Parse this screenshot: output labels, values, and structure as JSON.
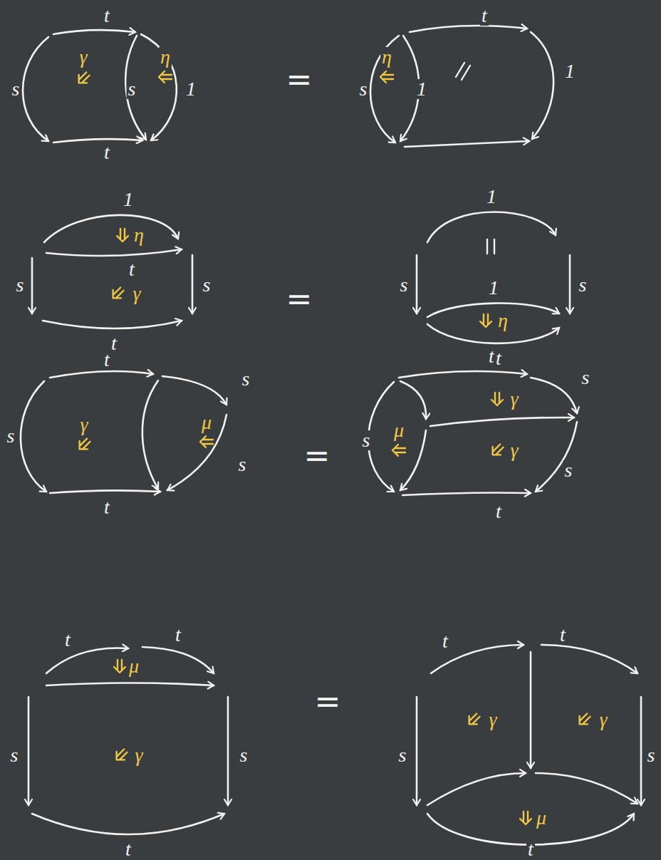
{
  "diagram": {
    "labels": [
      "t",
      "s",
      "γ",
      "s",
      "η",
      "1",
      "t",
      "=",
      "t",
      "s",
      "η",
      "1",
      "1",
      "1",
      "η",
      "t",
      "s",
      "γ",
      "s",
      "t",
      "=",
      "1",
      "s",
      "1",
      "η",
      "t",
      "s",
      "t",
      "γ",
      "s",
      "s",
      "μ",
      "s",
      "t",
      "=",
      "t",
      "s",
      "s",
      "μ",
      "γ",
      "γ",
      "s",
      "t",
      "t",
      "t",
      "μ",
      "s",
      "γ",
      "s",
      "t",
      "=",
      "t",
      "t",
      "s",
      "γ",
      "γ",
      "s",
      "μ",
      "t"
    ]
  }
}
